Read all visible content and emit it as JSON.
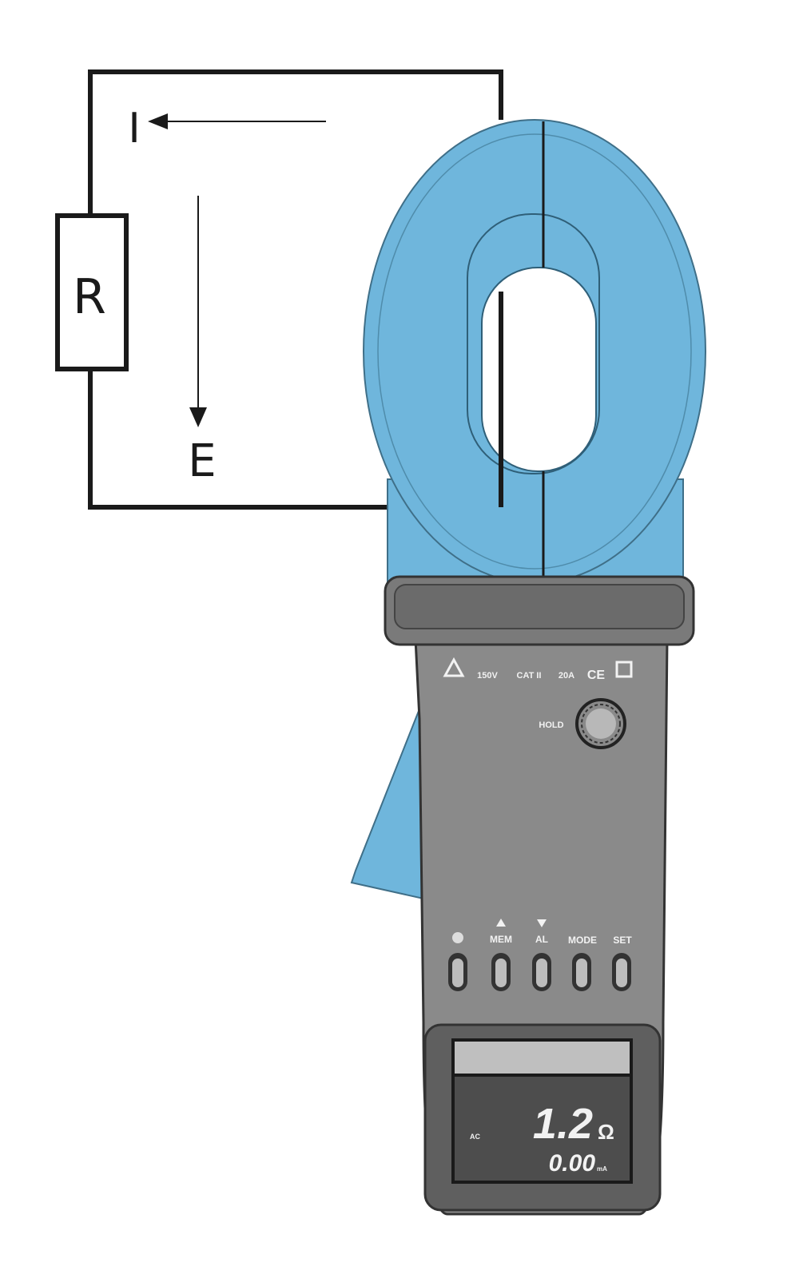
{
  "circuit": {
    "current_label": "I",
    "resistor_label": "R",
    "voltage_label": "E"
  },
  "device": {
    "markings": {
      "voltage": "150V",
      "category": "CAT II",
      "current": "20A"
    },
    "hold_label": "HOLD",
    "buttons": [
      {
        "label": "",
        "icon": "backlight-icon"
      },
      {
        "label": "MEM",
        "icon": "up-triangle-icon"
      },
      {
        "label": "AL",
        "icon": "down-triangle-icon"
      },
      {
        "label": "MODE",
        "icon": ""
      },
      {
        "label": "SET",
        "icon": ""
      }
    ],
    "display": {
      "mode": "AC",
      "primary_value": "1.2",
      "primary_unit": "Ω",
      "secondary_value": "0.00",
      "secondary_unit": "mA"
    }
  },
  "colors": {
    "clamp_blue": "#6fb6dc",
    "body_gray": "#8a8a8a",
    "wire": "#1a1a1a"
  }
}
